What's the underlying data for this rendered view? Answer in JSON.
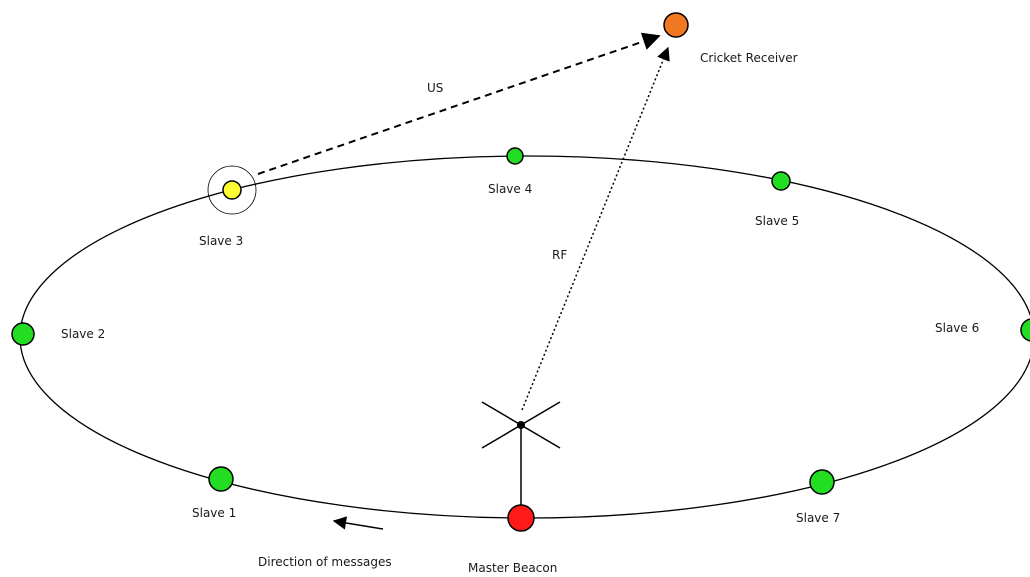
{
  "nodes": {
    "cricket_receiver": {
      "label": "Cricket Receiver",
      "color": "#f07820"
    },
    "master_beacon": {
      "label": "Master Beacon",
      "color": "#ff1a1a"
    },
    "slave_1": {
      "label": "Slave 1",
      "color": "#22dd22"
    },
    "slave_2": {
      "label": "Slave 2",
      "color": "#22dd22"
    },
    "slave_3": {
      "label": "Slave 3",
      "color": "#ffff33"
    },
    "slave_4": {
      "label": "Slave 4",
      "color": "#22dd22"
    },
    "slave_5": {
      "label": "Slave 5",
      "color": "#22dd22"
    },
    "slave_6": {
      "label": "Slave 6",
      "color": "#22dd22"
    },
    "slave_7": {
      "label": "Slave 7",
      "color": "#22dd22"
    }
  },
  "links": {
    "us_label": "US",
    "rf_label": "RF"
  },
  "direction_label": "Direction of messages"
}
